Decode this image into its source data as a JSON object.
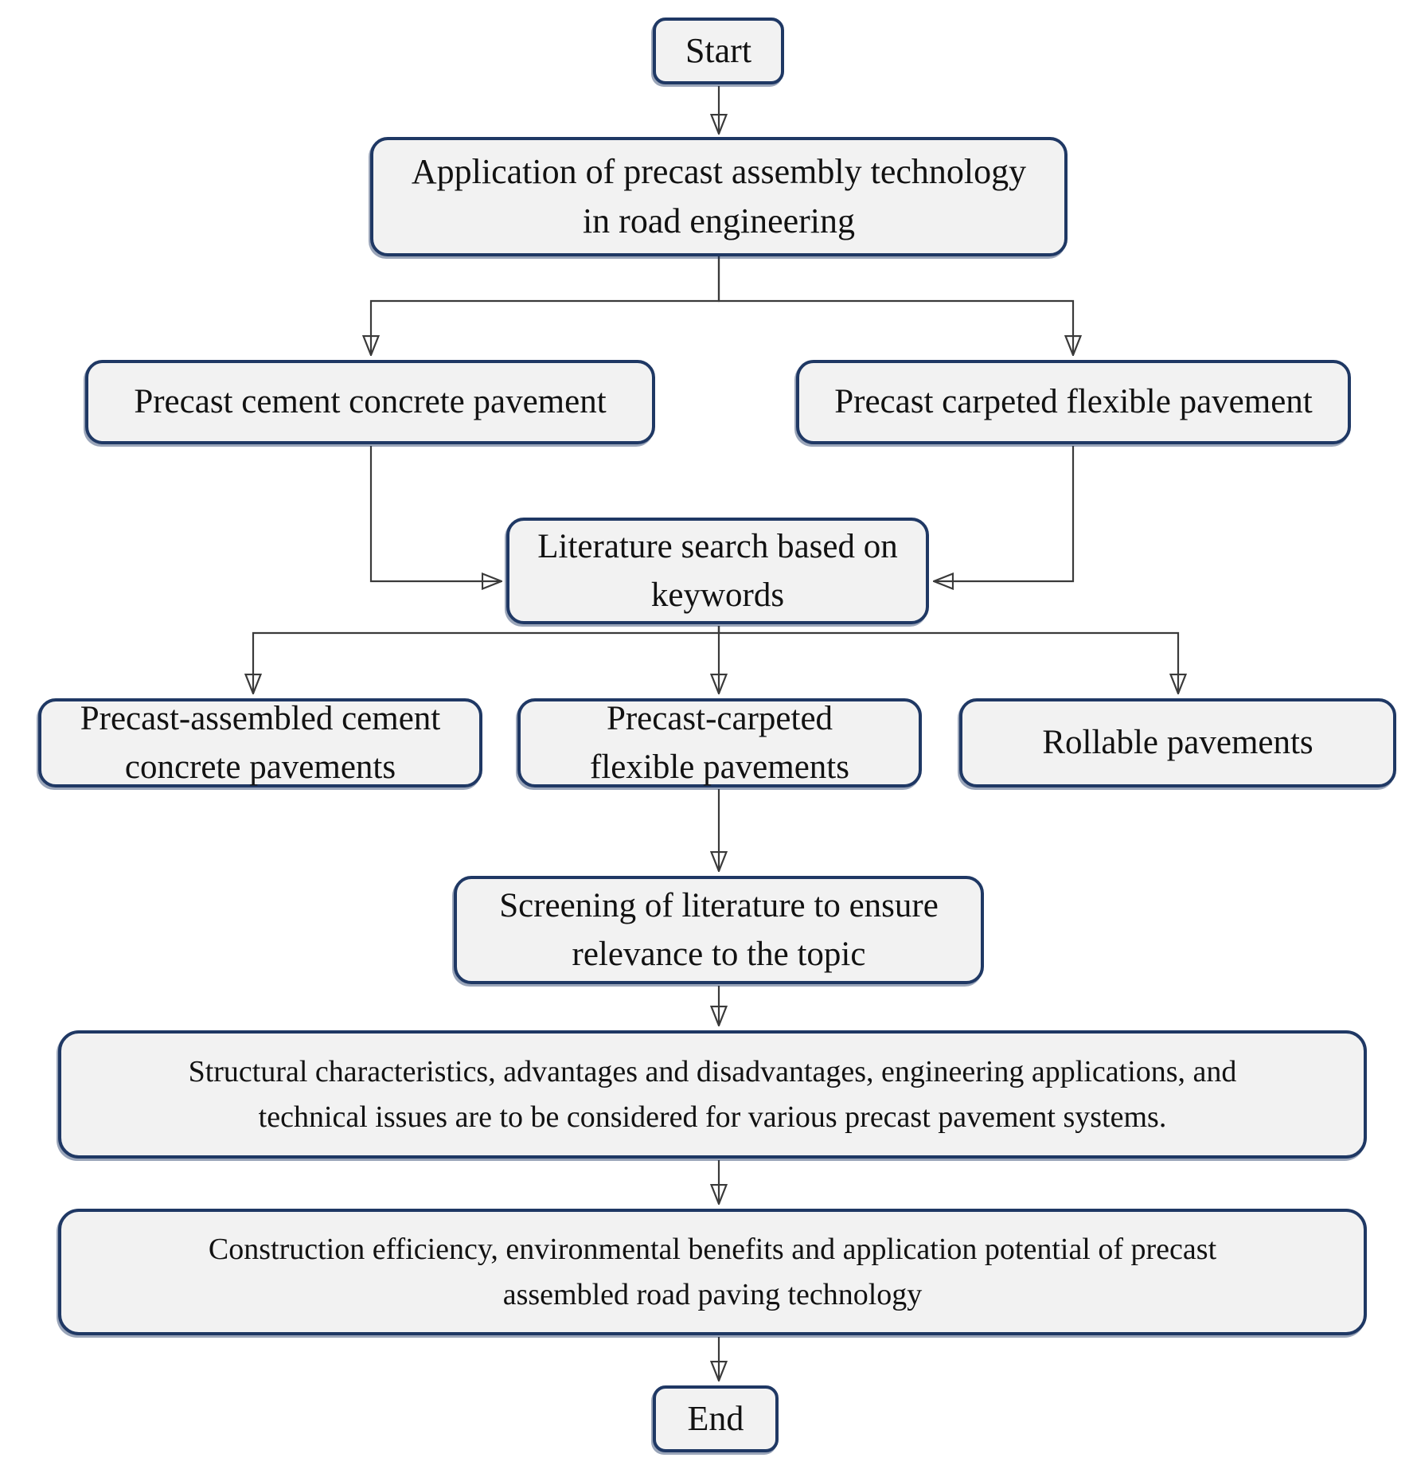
{
  "diagram": {
    "type": "flowchart",
    "nodes": {
      "start": {
        "label": "Start"
      },
      "application": {
        "label": "Application of precast assembly technology\nin road engineering"
      },
      "precast_cement": {
        "label": "Precast cement concrete pavement"
      },
      "precast_carpeted": {
        "label": "Precast carpeted flexible pavement"
      },
      "literature_search": {
        "label": "Literature search based on\nkeywords"
      },
      "keyword_cement": {
        "label": "Precast-assembled cement\nconcrete pavements"
      },
      "keyword_flexible": {
        "label": "Precast-carpeted\nflexible pavements"
      },
      "keyword_rollable": {
        "label": "Rollable pavements"
      },
      "screening": {
        "label": "Screening of literature to ensure\nrelevance to the topic"
      },
      "structural": {
        "label": "Structural characteristics, advantages and disadvantages, engineering applications, and\ntechnical issues are to be considered for various precast pavement systems."
      },
      "construction": {
        "label": "Construction efficiency, environmental benefits and application potential of precast\nassembled road paving technology"
      },
      "end": {
        "label": "End"
      }
    },
    "edges": [
      "start -> application",
      "application -> precast_cement",
      "application -> precast_carpeted",
      "precast_cement -> literature_search",
      "precast_carpeted -> literature_search",
      "literature_search -> keyword_cement",
      "literature_search -> keyword_flexible",
      "literature_search -> keyword_rollable",
      "keyword_flexible -> screening",
      "screening -> structural",
      "structural -> construction",
      "construction -> end"
    ],
    "colors": {
      "node_fill": "#f2f2f2",
      "node_border": "#1f3864",
      "edge_line": "#3a3a3a",
      "arrowhead": "#1a1a1a",
      "background": "#ffffff",
      "text": "#121212"
    }
  }
}
